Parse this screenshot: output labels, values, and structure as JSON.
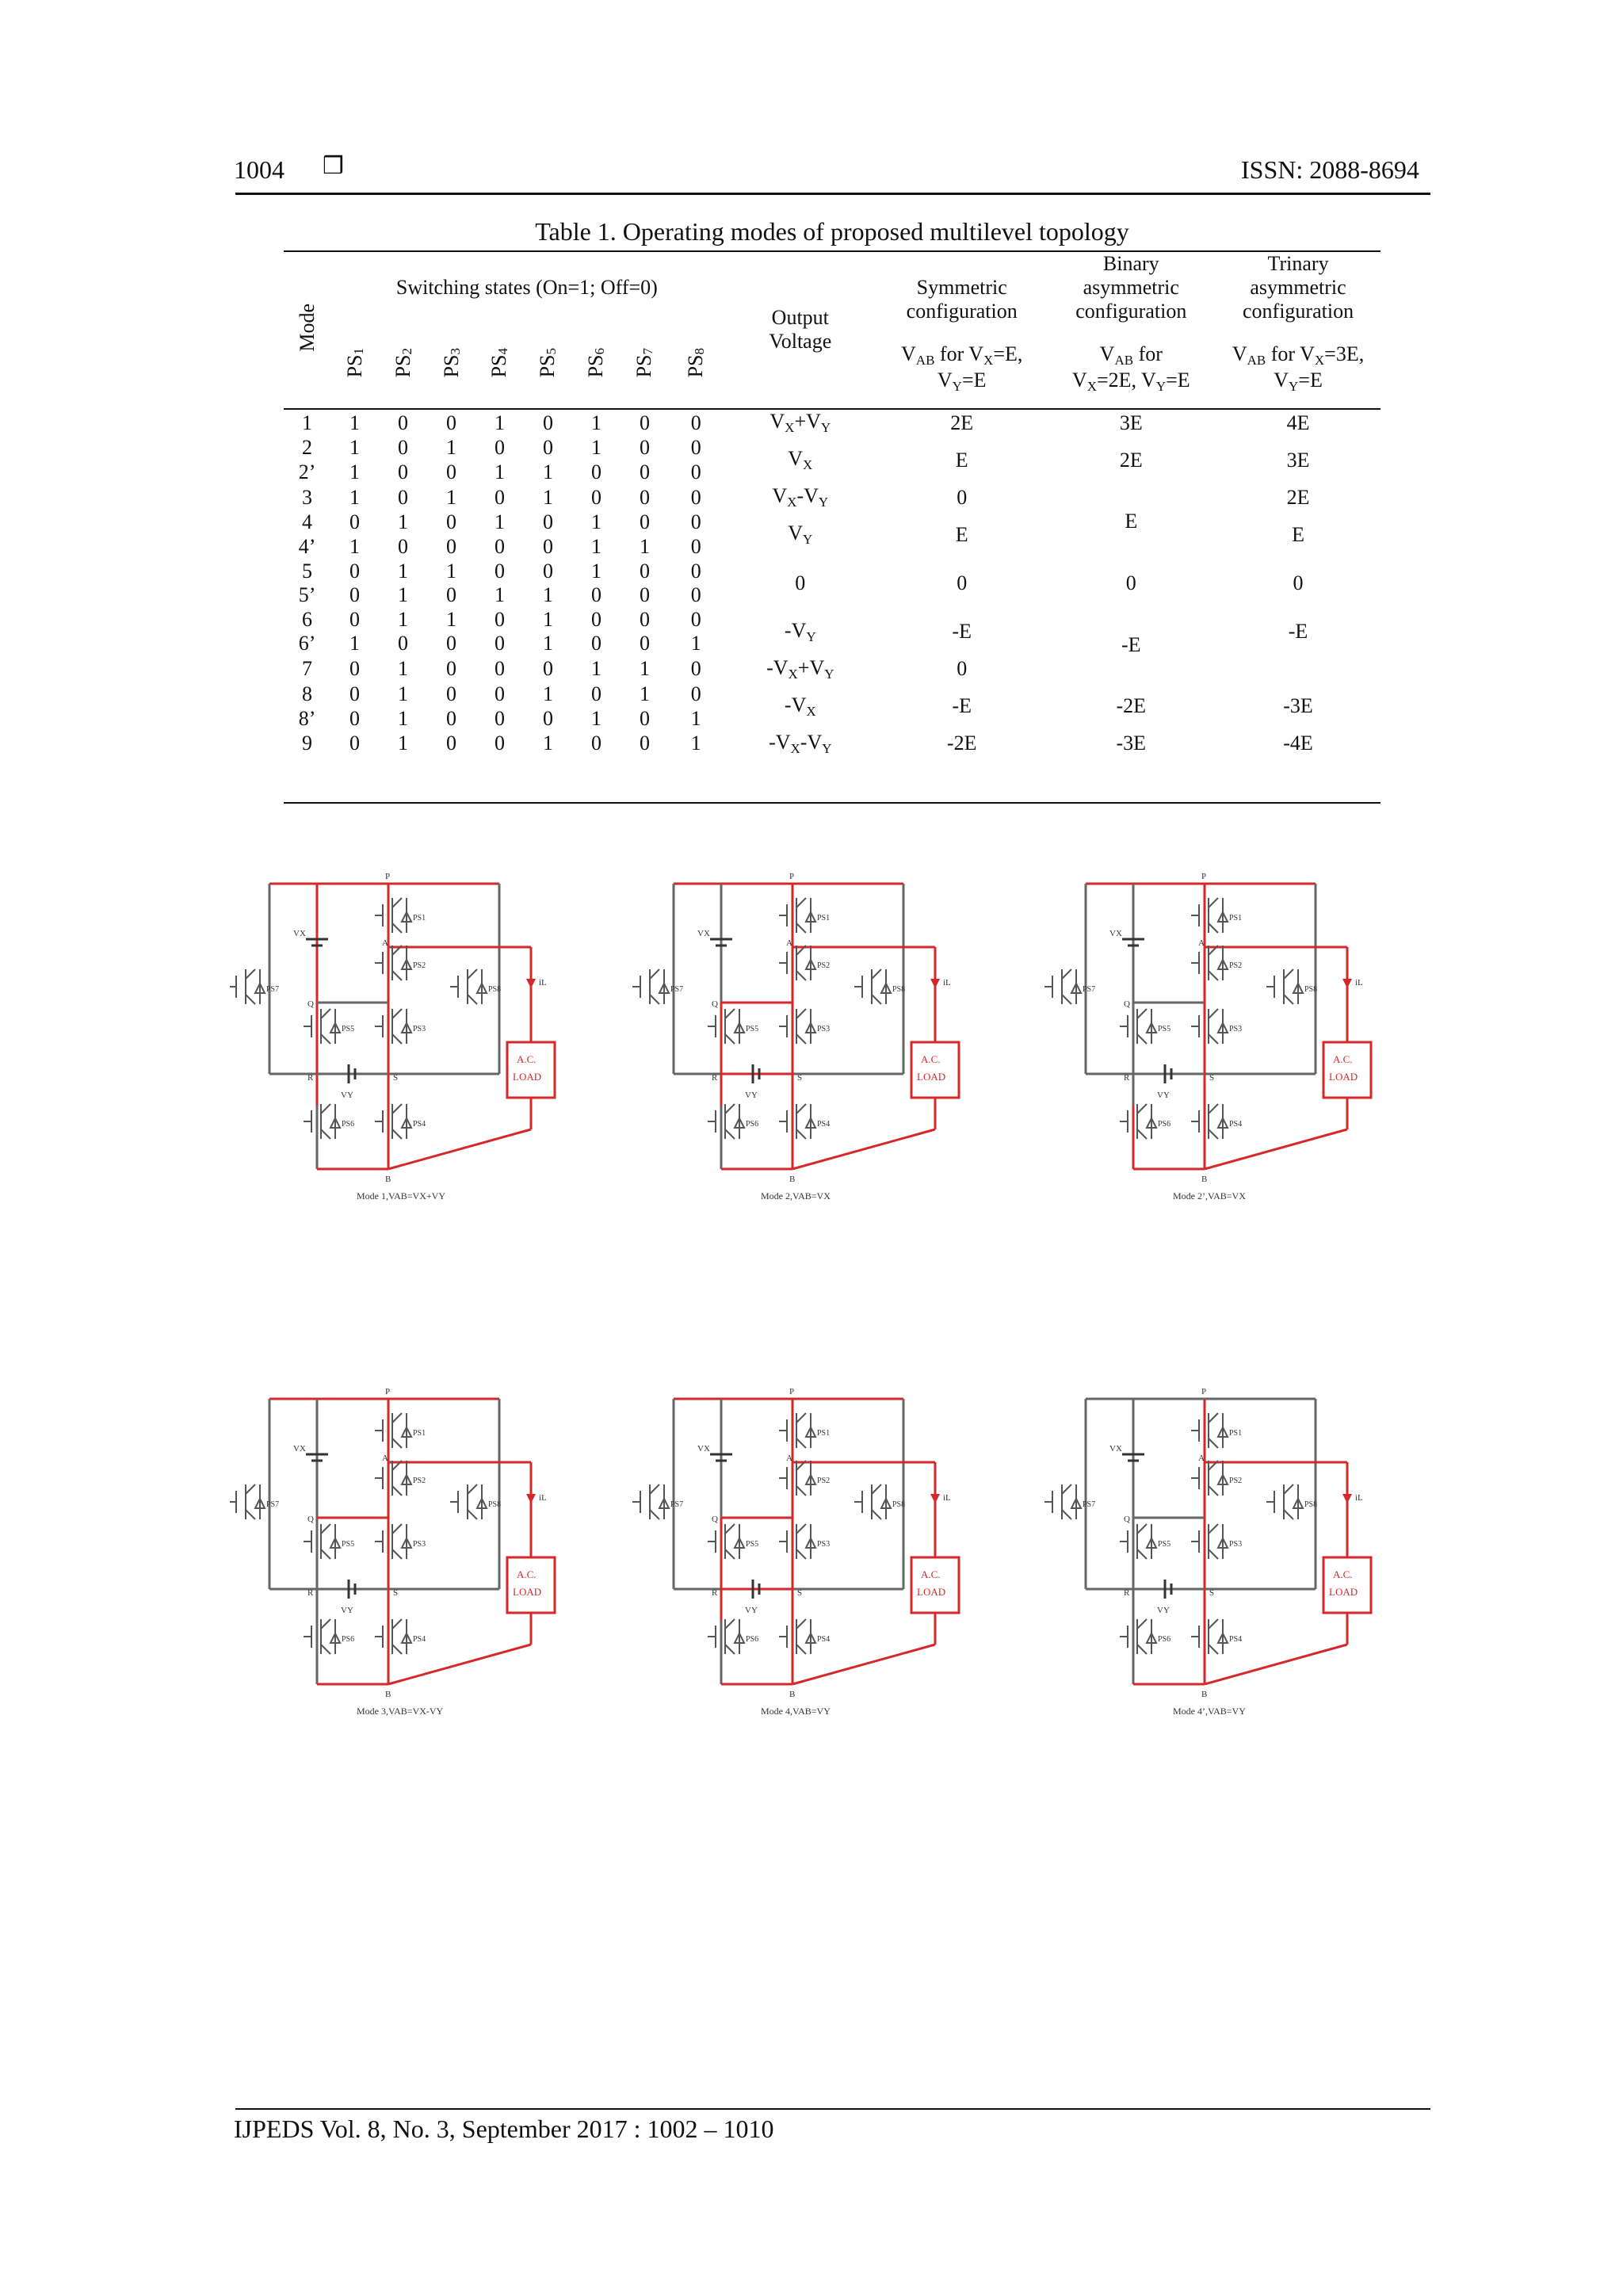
{
  "header": {
    "page_number": "1004",
    "box_glyph": "❒",
    "issn": "ISSN: 2088-8694"
  },
  "table": {
    "caption": "Table 1. Operating modes of proposed multilevel topology",
    "mode_header": "Mode",
    "switching_header": "Switching states (On=1; Off=0)",
    "switch_labels": [
      "PS1",
      "PS2",
      "PS3",
      "PS4",
      "PS5",
      "PS6",
      "PS7",
      "PS8"
    ],
    "output_header_line1": "Output",
    "output_header_line2": "Voltage",
    "sym_header_l1": "Symmetric",
    "sym_header_l2": "configuration",
    "sym_cond_l1": "VAB for VX=E,",
    "sym_cond_l2": "VY=E",
    "bin_header_l1": "Binary",
    "bin_header_l2": "asymmetric",
    "bin_header_l3": "configuration",
    "bin_cond_l1": "VAB for",
    "bin_cond_l2": "VX=2E, VY=E",
    "tri_header_l1": "Trinary",
    "tri_header_l2": "asymmetric",
    "tri_header_l3": "configuration",
    "tri_cond_l1": "VAB for VX=3E,",
    "tri_cond_l2": "VY=E",
    "rows": [
      {
        "mode": "1",
        "s": [
          "1",
          "0",
          "0",
          "1",
          "0",
          "1",
          "0",
          "0"
        ]
      },
      {
        "mode": "2",
        "s": [
          "1",
          "0",
          "1",
          "0",
          "0",
          "1",
          "0",
          "0"
        ]
      },
      {
        "mode": "2’",
        "s": [
          "1",
          "0",
          "0",
          "1",
          "1",
          "0",
          "0",
          "0"
        ]
      },
      {
        "mode": "3",
        "s": [
          "1",
          "0",
          "1",
          "0",
          "1",
          "0",
          "0",
          "0"
        ]
      },
      {
        "mode": "4",
        "s": [
          "0",
          "1",
          "0",
          "1",
          "0",
          "1",
          "0",
          "0"
        ]
      },
      {
        "mode": "4’",
        "s": [
          "1",
          "0",
          "0",
          "0",
          "0",
          "1",
          "1",
          "0"
        ]
      },
      {
        "mode": "5",
        "s": [
          "0",
          "1",
          "1",
          "0",
          "0",
          "1",
          "0",
          "0"
        ]
      },
      {
        "mode": "5’",
        "s": [
          "0",
          "1",
          "0",
          "1",
          "1",
          "0",
          "0",
          "0"
        ]
      },
      {
        "mode": "6",
        "s": [
          "0",
          "1",
          "1",
          "0",
          "1",
          "0",
          "0",
          "0"
        ]
      },
      {
        "mode": "6’",
        "s": [
          "1",
          "0",
          "0",
          "0",
          "1",
          "0",
          "0",
          "1"
        ]
      },
      {
        "mode": "7",
        "s": [
          "0",
          "1",
          "0",
          "0",
          "0",
          "1",
          "1",
          "0"
        ]
      },
      {
        "mode": "8",
        "s": [
          "0",
          "1",
          "0",
          "0",
          "1",
          "0",
          "1",
          "0"
        ]
      },
      {
        "mode": "8’",
        "s": [
          "0",
          "1",
          "0",
          "0",
          "0",
          "1",
          "0",
          "1"
        ]
      },
      {
        "mode": "9",
        "s": [
          "0",
          "1",
          "0",
          "0",
          "1",
          "0",
          "0",
          "1"
        ]
      }
    ],
    "outputs": {
      "r1": "VX+VY",
      "r2": "VX",
      "r3": "VX-VY",
      "r4": "VY",
      "r5": "0",
      "r6": "-VY",
      "r7": "-VX+VY",
      "r8": "-VX",
      "r9": "-VX-VY"
    },
    "sym": {
      "r1": "2E",
      "r2": "E",
      "r3": "0",
      "r4": "E",
      "r5": "0",
      "r6": "-E",
      "r7": "0",
      "r8": "-E",
      "r9": "-2E"
    },
    "bin": {
      "r1": "3E",
      "r2": "2E",
      "r34": "E",
      "r5": "0",
      "r67": "-E",
      "r8": "-2E",
      "r9": "-3E"
    },
    "tri": {
      "r1": "4E",
      "r2": "3E",
      "r3": "2E",
      "r4": "E",
      "r5": "0",
      "r6": "-E",
      "r8": "-3E",
      "r9": "-4E"
    }
  },
  "figure": {
    "node_labels": {
      "P": "P",
      "Q": "Q",
      "R": "R",
      "S": "S",
      "A": "A",
      "B": "B",
      "VX": "VX",
      "VY": "VY"
    },
    "load_l1": "A.C.",
    "load_l2": "LOAD",
    "current_label": "iL",
    "switch_tags": [
      "PS1",
      "PS2",
      "PS3",
      "PS4",
      "PS5",
      "PS6",
      "PS7",
      "PS8"
    ],
    "captions": [
      "Mode 1,VAB=VX+VY",
      "Mode 2,VAB=VX",
      "Mode 2’,VAB=VX",
      "Mode 3,VAB=VX-VY",
      "Mode 4,VAB=VY",
      "Mode 4’,VAB=VY"
    ],
    "colors": {
      "active_path": "#d62828",
      "inactive_path": "#666666"
    }
  },
  "footer": {
    "journal": "IJPEDS  Vol. 8, No. 3, September 2017 :  1002 – 1010"
  }
}
